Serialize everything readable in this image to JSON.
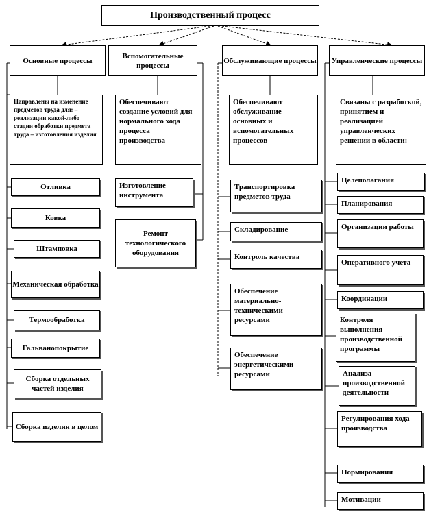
{
  "root": {
    "title": "Производственный процесс"
  },
  "columns": [
    {
      "header": "Основные процессы",
      "description": "Направлены на изменение предметов труда для: – реализации какой-либо стадии обработки предмета труда – изготовления изделия",
      "items": [
        "Отливка",
        "Ковка",
        "Штамповка",
        "Механическая обработка",
        "Термообработка",
        "Гальванопокрытие",
        "Сборка отдельных частей изделия",
        "Сборка изделия в целом"
      ]
    },
    {
      "header": "Вспомогательные процессы",
      "description": "Обеспечивают создание условий для нормального хода процесса производства",
      "items": [
        "Изготовление инструмента",
        "Ремонт технологического оборудования"
      ]
    },
    {
      "header": "Обслуживающие процессы",
      "description": "Обеспечивают обслуживание основных и вспомогательных процессов",
      "items": [
        "Транспортировка предметов труда",
        "Складирование",
        "Контроль качества",
        "Обеспечение материально-техническими ресурсами",
        "Обеспечение энергетическими ресурсами"
      ]
    },
    {
      "header": "Управленческие процессы",
      "description": "Связаны с разработкой, принятием и реализацией управленческих решений в области:",
      "items": [
        "Целеполагания",
        "Планирования",
        "Организации работы",
        "Оперативного учета",
        "Координации",
        "Контроля выполнения производственной программы",
        "Анализа производственной деятельности",
        "Регулирования хода производства",
        "Нормирования",
        "Мотивации"
      ]
    }
  ]
}
